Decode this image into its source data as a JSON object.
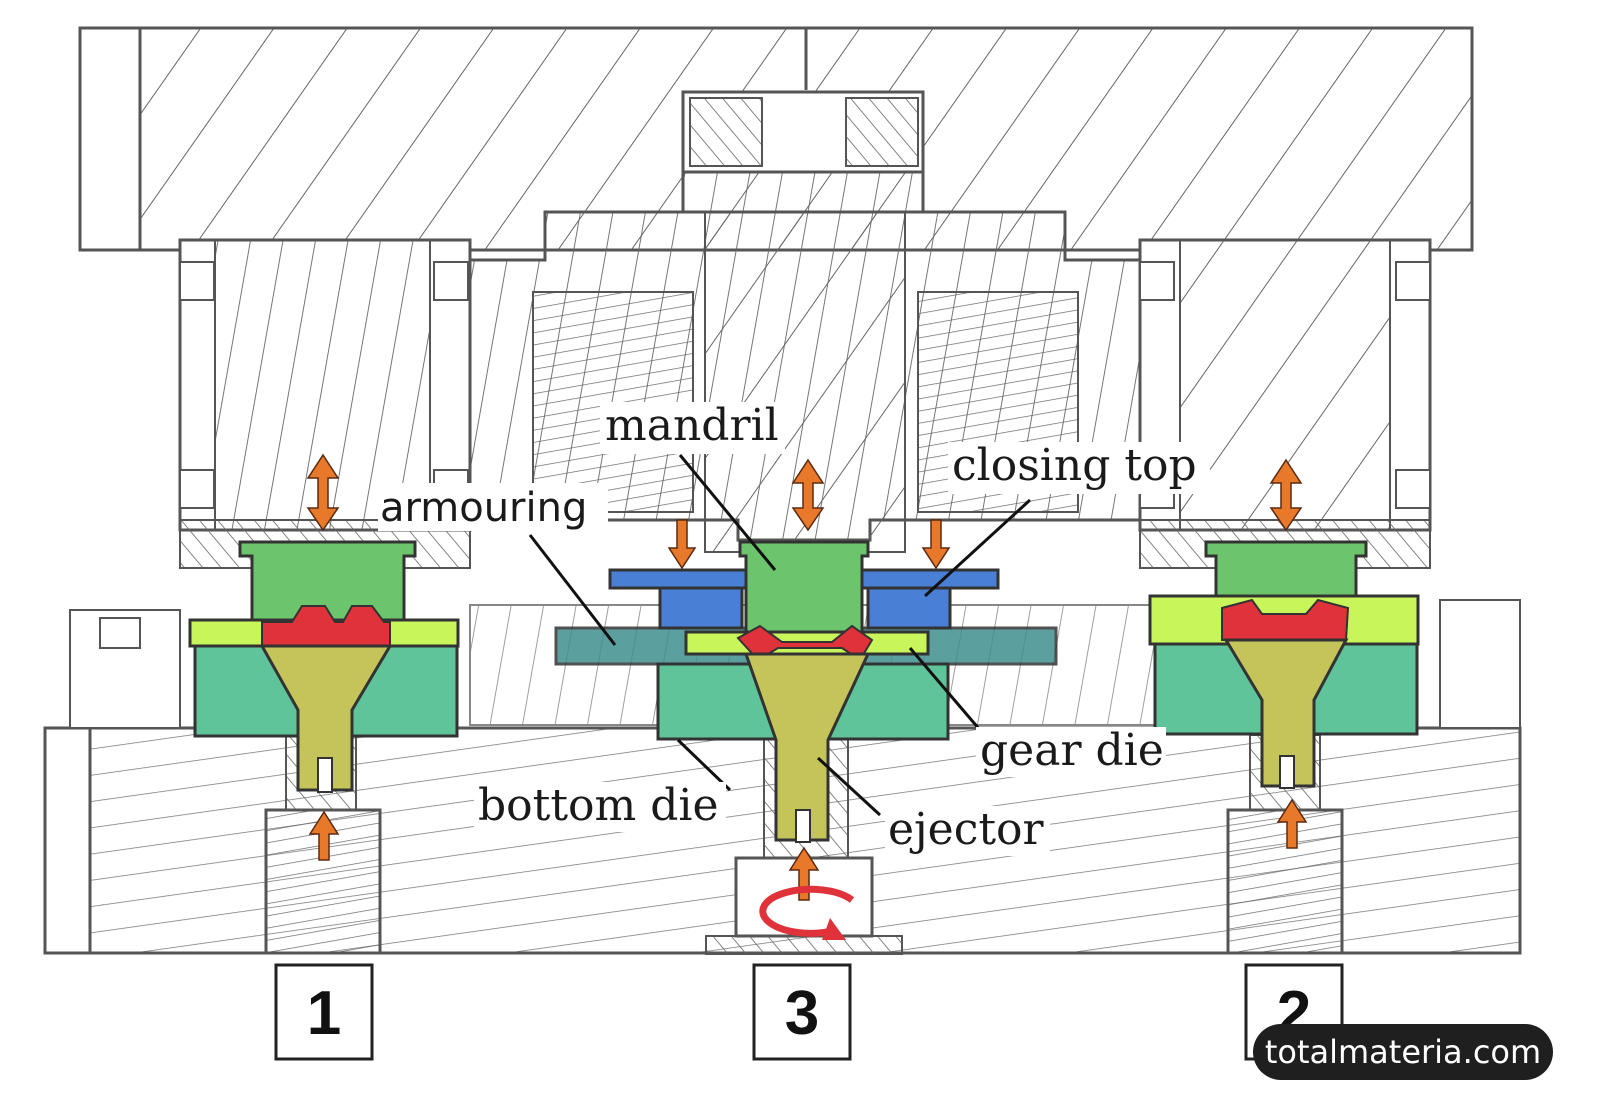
{
  "labels": {
    "mandril": "mandril",
    "closing_top": "closing top",
    "armouring": "armouring",
    "gear_die": "gear die",
    "bottom_die": "bottom die",
    "ejector": "ejector"
  },
  "stations": [
    "1",
    "3",
    "2"
  ],
  "watermark": "totalmateria.com",
  "colors": {
    "punch_green": "#6cc46c",
    "ring_lime": "#c8f55a",
    "bottom_die_teal": "#5fc49a",
    "ejector_olive": "#c4c45a",
    "workpiece_red": "#e0323a",
    "closing_blue": "#4a7fd6",
    "armouring_teal": "#3f8f8f",
    "arrow_orange": "#e8782a",
    "line": "#555555"
  }
}
